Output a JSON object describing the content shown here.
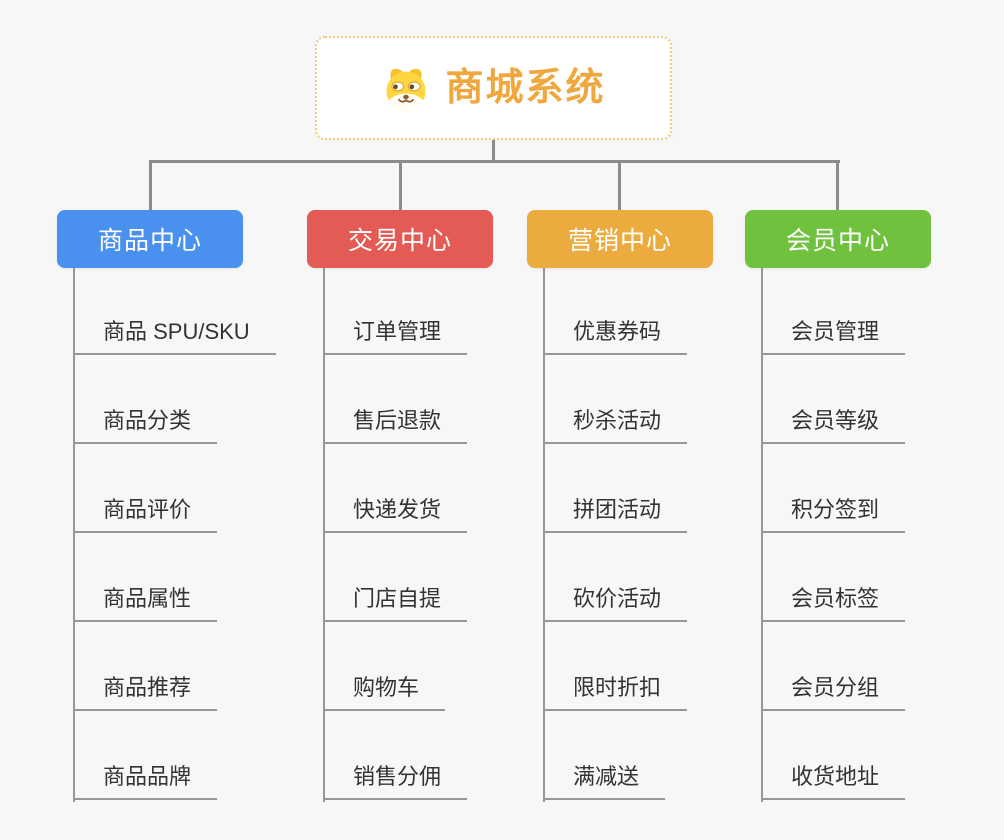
{
  "root": {
    "title": "商城系统",
    "icon": "doge-face-icon",
    "text_color": "#f0a73e",
    "border_color": "#f3c87c"
  },
  "style": {
    "background": "#f7f7f7",
    "connector_color": "#8c8c8c",
    "item_line_color": "#979797",
    "item_text_color": "#333333"
  },
  "branches": [
    {
      "label": "商品中心",
      "color": "#4a90ee",
      "items": [
        "商品 SPU/SKU",
        "商品分类",
        "商品评价",
        "商品属性",
        "商品推荐",
        "商品品牌"
      ]
    },
    {
      "label": "交易中心",
      "color": "#e45b55",
      "items": [
        "订单管理",
        "售后退款",
        "快递发货",
        "门店自提",
        "购物车",
        "销售分佣"
      ]
    },
    {
      "label": "营销中心",
      "color": "#ecab3f",
      "items": [
        "优惠券码",
        "秒杀活动",
        "拼团活动",
        "砍价活动",
        "限时折扣",
        "满减送"
      ]
    },
    {
      "label": "会员中心",
      "color": "#6fc13e",
      "items": [
        "会员管理",
        "会员等级",
        "积分签到",
        "会员标签",
        "会员分组",
        "收货地址"
      ]
    }
  ]
}
